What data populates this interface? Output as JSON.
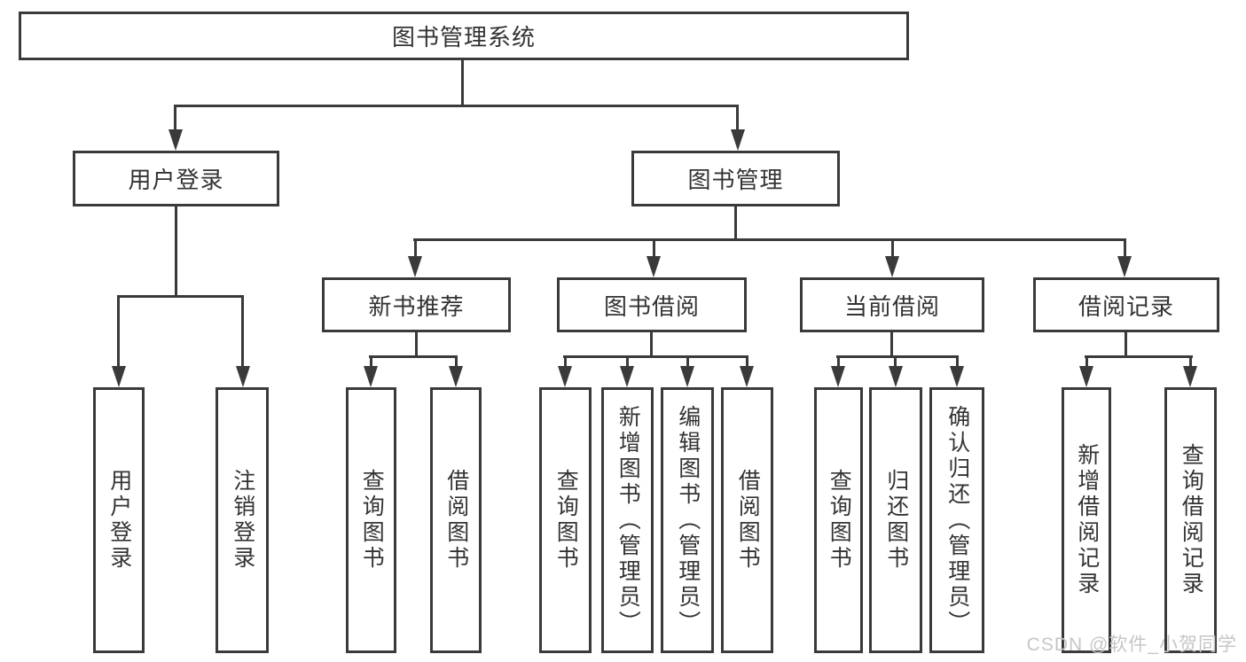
{
  "tree": {
    "root": {
      "label": "图书管理系统",
      "children": [
        {
          "label": "用户登录",
          "children": [
            {
              "label": "用户登录"
            },
            {
              "label": "注销登录"
            }
          ]
        },
        {
          "label": "图书管理",
          "children": [
            {
              "label": "新书推荐",
              "children": [
                {
                  "label": "查询图书"
                },
                {
                  "label": "借阅图书"
                }
              ]
            },
            {
              "label": "图书借阅",
              "children": [
                {
                  "label": "查询图书"
                },
                {
                  "label": "新增图书（管理员）"
                },
                {
                  "label": "编辑图书（管理员）"
                },
                {
                  "label": "借阅图书"
                }
              ]
            },
            {
              "label": "当前借阅",
              "children": [
                {
                  "label": "查询图书"
                },
                {
                  "label": "归还图书"
                },
                {
                  "label": "确认归还（管理员）"
                }
              ]
            },
            {
              "label": "借阅记录",
              "children": [
                {
                  "label": "新增借阅记录"
                },
                {
                  "label": "查询借阅记录"
                }
              ]
            }
          ]
        }
      ]
    }
  },
  "watermark": {
    "text": "CSDN @软件_小贺同学"
  },
  "colors": {
    "line": "#3a3a3a",
    "text": "#333333",
    "watermark": "#c6c6c6",
    "background": "#ffffff"
  }
}
